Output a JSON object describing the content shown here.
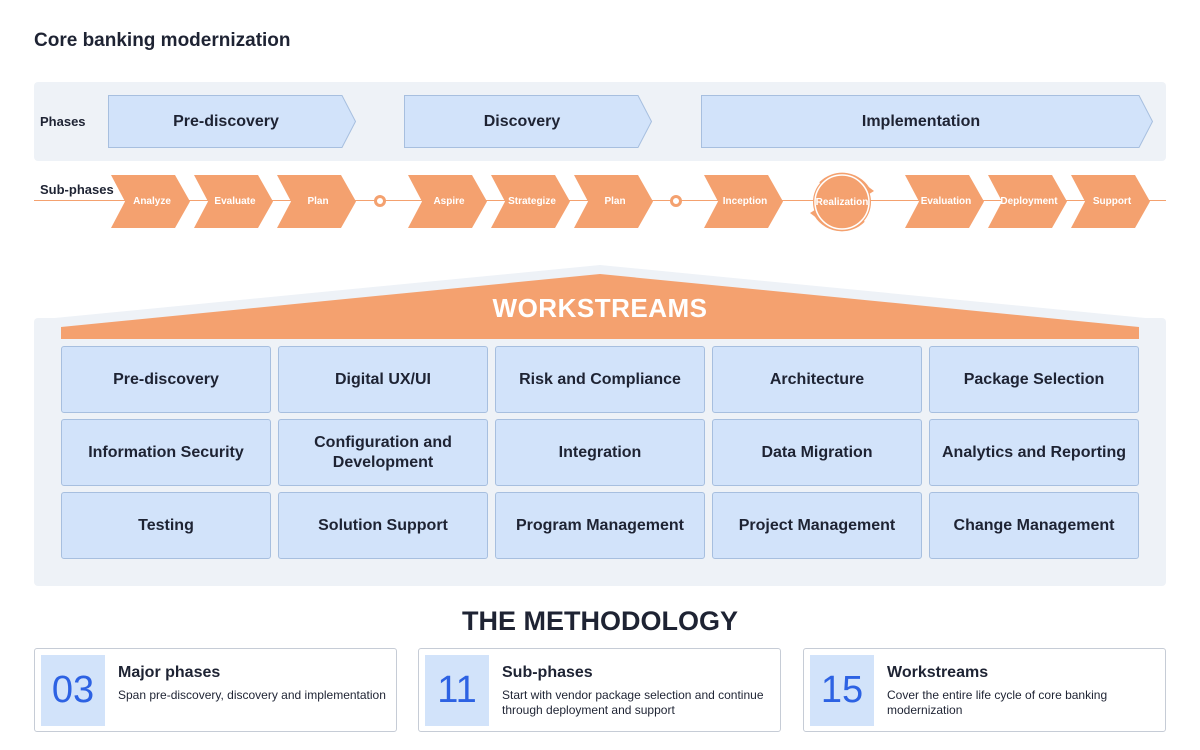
{
  "title": "Core banking modernization",
  "phases": {
    "label": "Phases",
    "items": [
      {
        "label": "Pre-discovery"
      },
      {
        "label": "Discovery"
      },
      {
        "label": "Implementation"
      }
    ]
  },
  "subphases": {
    "label": "Sub-phases",
    "items": [
      {
        "label": "Analyze",
        "phase": "Pre-discovery"
      },
      {
        "label": "Evaluate",
        "phase": "Pre-discovery"
      },
      {
        "label": "Plan",
        "phase": "Pre-discovery"
      },
      {
        "label": "Aspire",
        "phase": "Discovery"
      },
      {
        "label": "Strategize",
        "phase": "Discovery"
      },
      {
        "label": "Plan",
        "phase": "Discovery"
      },
      {
        "label": "Inception",
        "phase": "Implementation"
      },
      {
        "label": "Realization",
        "phase": "Implementation",
        "cyclic": true
      },
      {
        "label": "Evaluation",
        "phase": "Implementation"
      },
      {
        "label": "Deployment",
        "phase": "Implementation"
      },
      {
        "label": "Support",
        "phase": "Implementation"
      }
    ]
  },
  "workstreams": {
    "title": "WORKSTREAMS",
    "items": [
      "Pre-discovery",
      "Digital UX/UI",
      "Risk and Compliance",
      "Architecture",
      "Package Selection",
      "Information Security",
      "Configuration and Development",
      "Integration",
      "Data Migration",
      "Analytics and Reporting",
      "Testing",
      "Solution Support",
      "Program Management",
      "Project Management",
      "Change Management"
    ]
  },
  "methodology": {
    "title": "THE METHODOLOGY",
    "cards": [
      {
        "number": "03",
        "title": "Major phases",
        "desc": "Span pre-discovery, discovery and implementation"
      },
      {
        "number": "11",
        "title": "Sub-phases",
        "desc": "Start with vendor package selection and continue through deployment and support"
      },
      {
        "number": "15",
        "title": "Workstreams",
        "desc": "Cover the entire life cycle of core banking modernization"
      }
    ]
  },
  "colors": {
    "phase_fill": "#d2e3fa",
    "phase_stroke": "#a7bfdf",
    "accent_orange": "#f4a16f",
    "band_bg": "#eef2f7",
    "number_blue": "#2d62e3",
    "text_dark": "#1e2333"
  }
}
